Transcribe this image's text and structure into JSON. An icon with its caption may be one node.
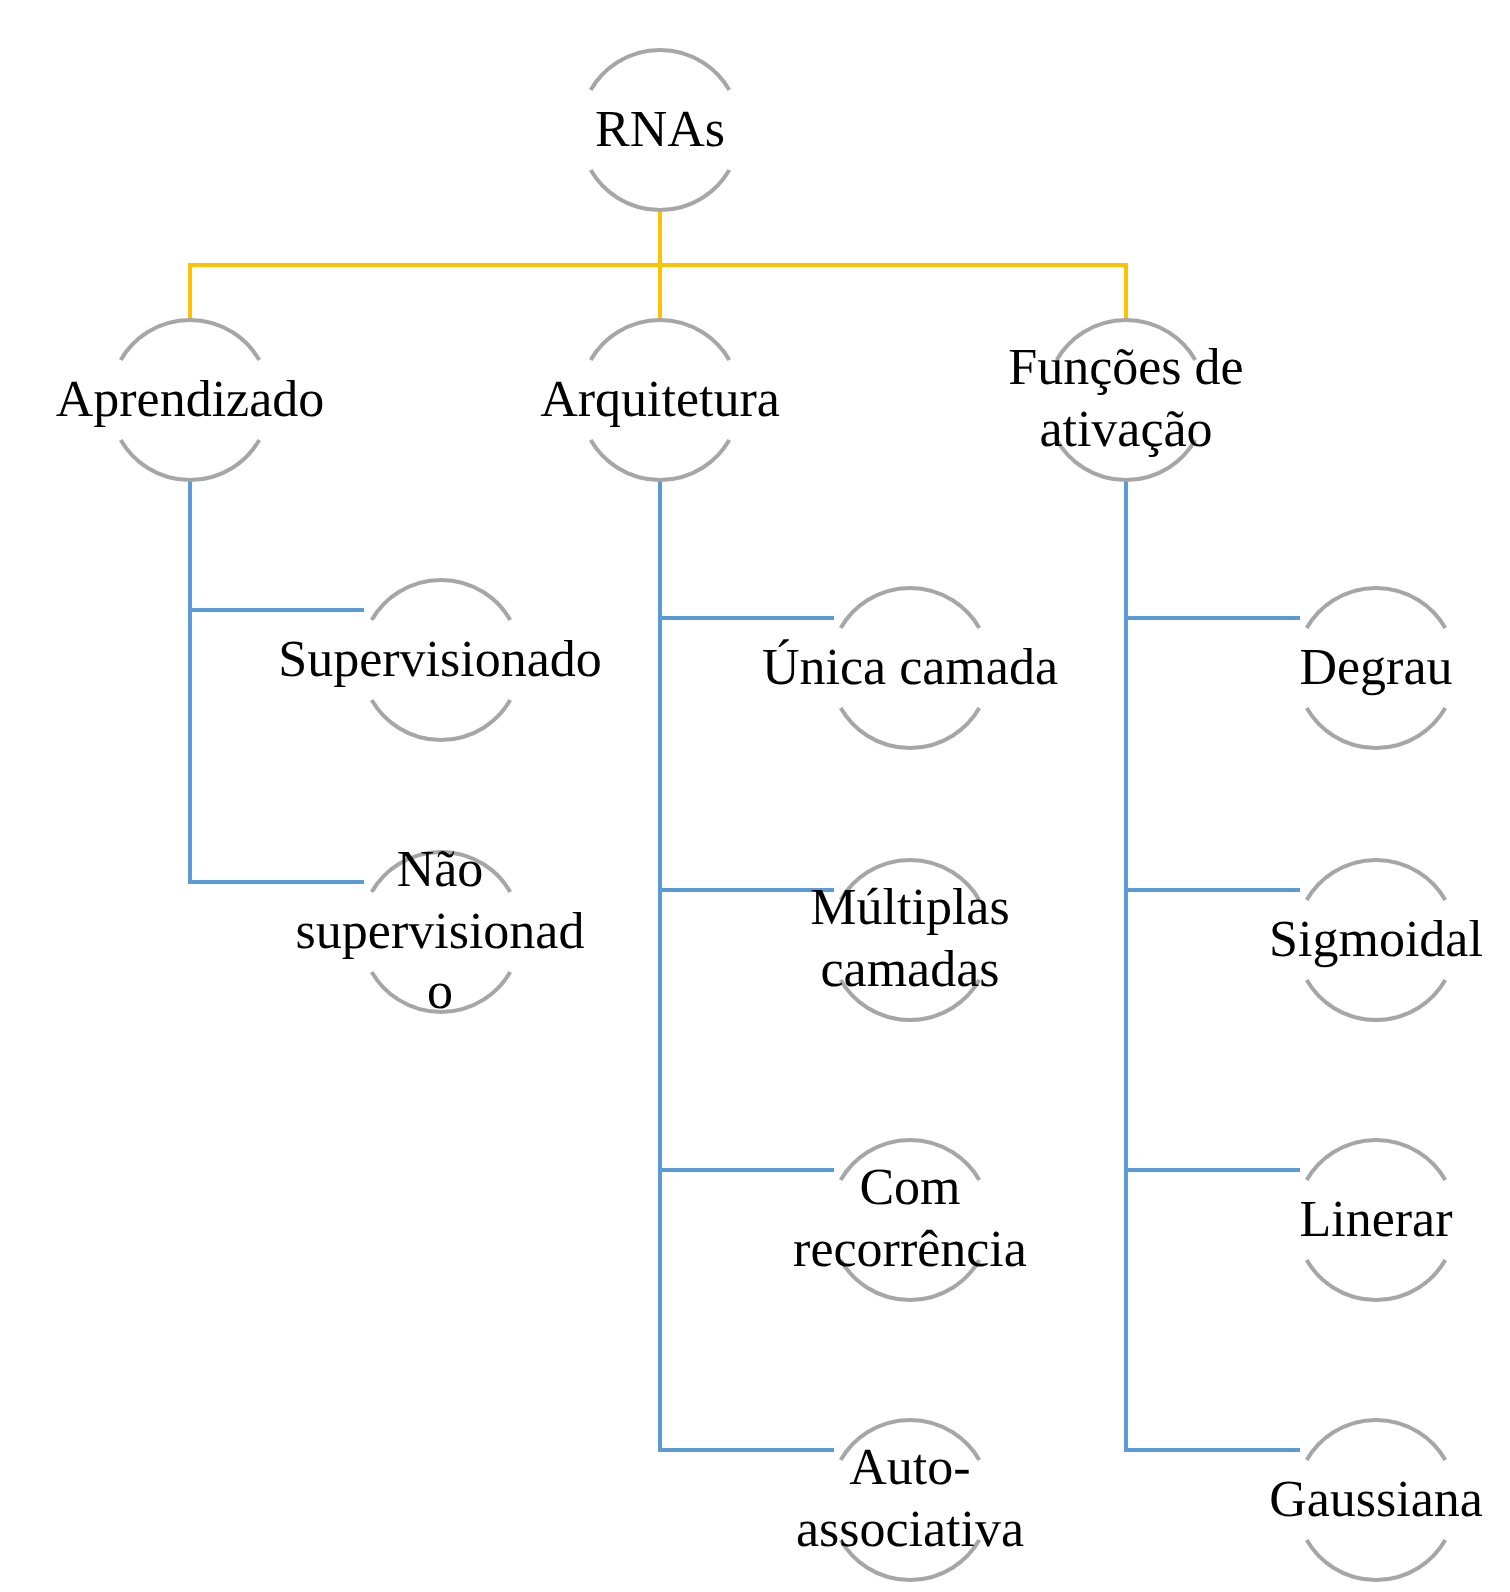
{
  "diagram": {
    "nodes": [
      {
        "text": [
          "RNAs"
        ]
      },
      {
        "text": [
          "Aprendizado"
        ]
      },
      {
        "text": [
          "Arquitetura"
        ]
      },
      {
        "text": [
          "Funções de ativação"
        ]
      },
      {
        "text": [
          "Supervisionado"
        ]
      },
      {
        "text": [
          "Não supervisionado"
        ]
      },
      {
        "text": [
          "Única camada"
        ]
      },
      {
        "text": [
          "Múltiplas camadas"
        ]
      },
      {
        "text": [
          "Com recorrência"
        ]
      },
      {
        "text": [
          "Auto-associativa"
        ]
      },
      {
        "text": [
          "Degrau"
        ]
      },
      {
        "text": [
          "Sigmoidal"
        ]
      },
      {
        "text": [
          "Linerar"
        ]
      },
      {
        "text": [
          "Gaussiana"
        ]
      }
    ],
    "edges": [
      {
        "from": 0,
        "to": 1,
        "arrow": "none",
        "color": "#ffc000"
      },
      {
        "from": 0,
        "to": 2,
        "arrow": "none",
        "color": "#ffc000"
      },
      {
        "from": 0,
        "to": 3,
        "arrow": "none",
        "color": "#ffc000"
      },
      {
        "from": 1,
        "to": 4,
        "arrow": "none"
      },
      {
        "from": 1,
        "to": 5,
        "arrow": "none"
      },
      {
        "from": 2,
        "to": 6,
        "arrow": "none"
      },
      {
        "from": 2,
        "to": 7,
        "arrow": "none"
      },
      {
        "from": 2,
        "to": 8,
        "arrow": "none"
      },
      {
        "from": 2,
        "to": 9,
        "arrow": "none"
      },
      {
        "from": 3,
        "to": 10,
        "arrow": "none"
      },
      {
        "from": 3,
        "to": 11,
        "arrow": "none"
      },
      {
        "from": 3,
        "to": 12,
        "arrow": "none"
      },
      {
        "from": 3,
        "to": 13,
        "arrow": "none"
      }
    ]
  }
}
